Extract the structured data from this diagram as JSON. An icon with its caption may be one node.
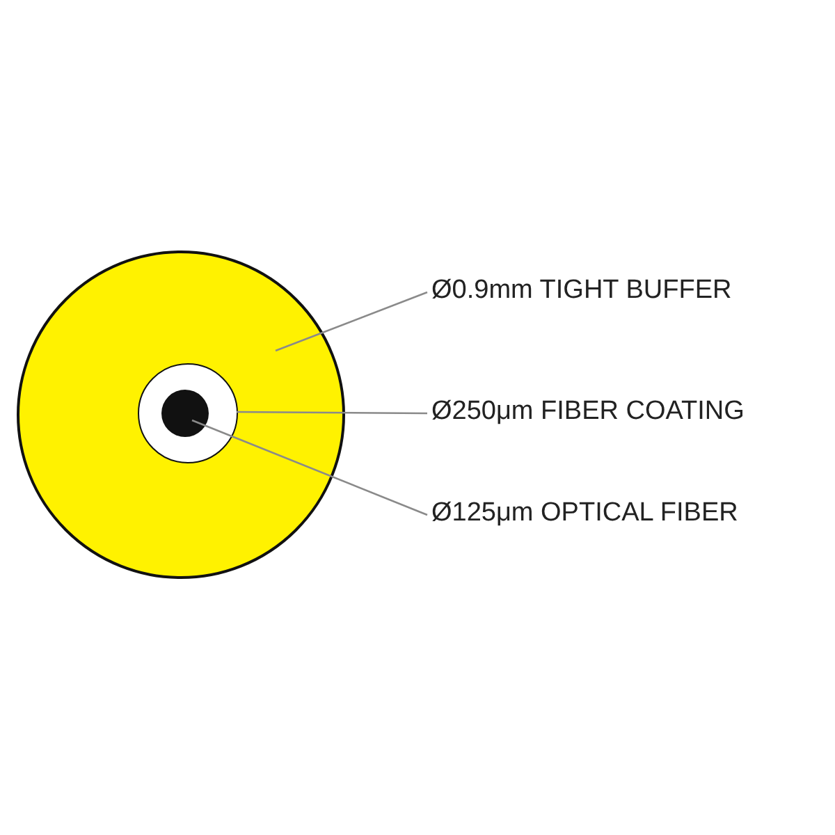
{
  "diagram": {
    "nodes": [
      {
        "text": [],
        "shape": "circle"
      },
      {
        "text": [],
        "shape": "circle",
        "in": 0
      },
      {
        "text": [],
        "shape": "circle",
        "in": 1
      },
      {
        "text": [
          "Ø0.9mm TIGHT BUFFER"
        ]
      },
      {
        "text": [
          "Ø250μm FIBER COATING"
        ]
      },
      {
        "text": [
          "Ø125μm OPTICAL FIBER"
        ]
      }
    ],
    "edges": [
      {
        "from": 3,
        "to": 0,
        "arrow": "none"
      },
      {
        "from": 4,
        "to": 1,
        "arrow": "none"
      },
      {
        "from": 5,
        "to": 2,
        "arrow": "none"
      }
    ]
  }
}
